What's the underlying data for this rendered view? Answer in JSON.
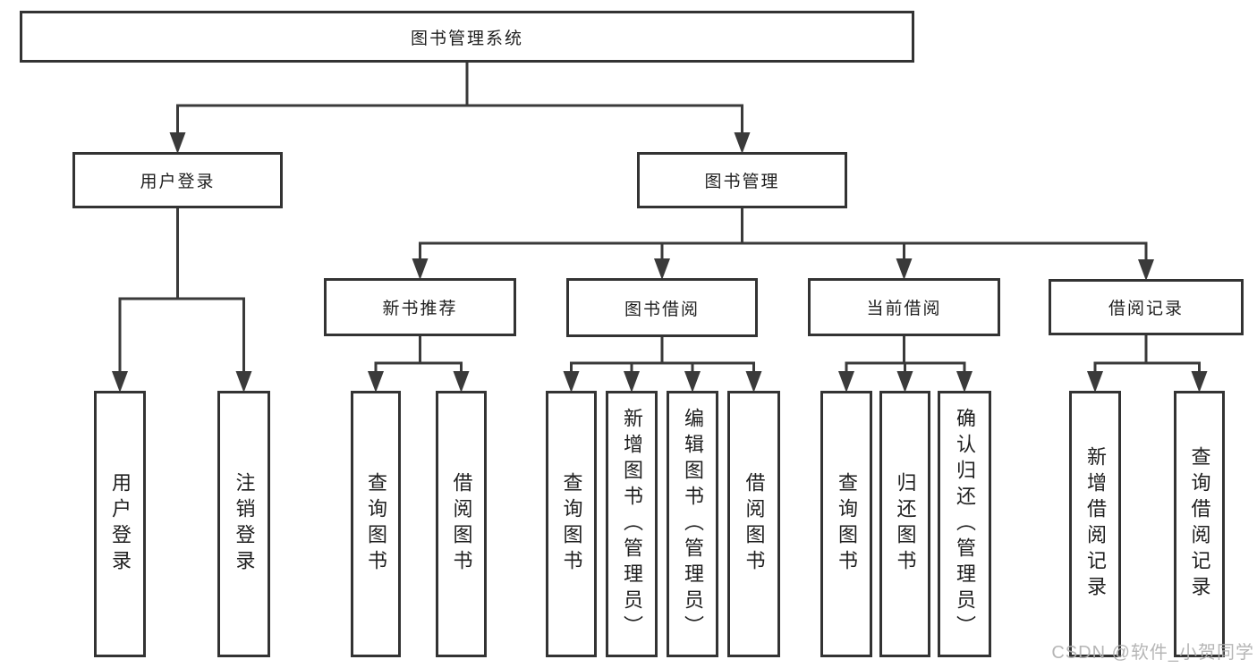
{
  "diagram": {
    "watermark": "CSDN @软件_小贺同学",
    "colors": {
      "line": "#3a3a3a",
      "box_border": "#333333",
      "box_fill": "#ffffff",
      "text": "#1f1f1f",
      "watermark": "#b0b0b0"
    },
    "nodes": [
      {
        "id": "root",
        "label": "图书管理系统",
        "parent": null,
        "shape": "wide"
      },
      {
        "id": "user-login",
        "label": "用户登录",
        "parent": "root",
        "shape": "wide"
      },
      {
        "id": "book-mgmt",
        "label": "图书管理",
        "parent": "root",
        "shape": "wide"
      },
      {
        "id": "new-book-rec",
        "label": "新书推荐",
        "parent": "book-mgmt",
        "shape": "wide"
      },
      {
        "id": "book-borrow",
        "label": "图书借阅",
        "parent": "book-mgmt",
        "shape": "wide"
      },
      {
        "id": "current-borrow",
        "label": "当前借阅",
        "parent": "book-mgmt",
        "shape": "wide"
      },
      {
        "id": "borrow-record",
        "label": "借阅记录",
        "parent": "book-mgmt",
        "shape": "wide"
      },
      {
        "id": "leaf-user-login",
        "label": "用户登录",
        "parent": "user-login",
        "shape": "tall"
      },
      {
        "id": "leaf-logout",
        "label": "注销登录",
        "parent": "user-login",
        "shape": "tall"
      },
      {
        "id": "leaf-query-book-a",
        "label": "查询图书",
        "parent": "new-book-rec",
        "shape": "tall"
      },
      {
        "id": "leaf-borrow-book-a",
        "label": "借阅图书",
        "parent": "new-book-rec",
        "shape": "tall"
      },
      {
        "id": "leaf-query-book-b",
        "label": "查询图书",
        "parent": "book-borrow",
        "shape": "tall"
      },
      {
        "id": "leaf-add-book",
        "label": "新增图书（管理员）",
        "parent": "book-borrow",
        "shape": "tall"
      },
      {
        "id": "leaf-edit-book",
        "label": "编辑图书（管理员）",
        "parent": "book-borrow",
        "shape": "tall"
      },
      {
        "id": "leaf-borrow-book-b",
        "label": "借阅图书",
        "parent": "book-borrow",
        "shape": "tall"
      },
      {
        "id": "leaf-query-book-c",
        "label": "查询图书",
        "parent": "current-borrow",
        "shape": "tall"
      },
      {
        "id": "leaf-return-book",
        "label": "归还图书",
        "parent": "current-borrow",
        "shape": "tall"
      },
      {
        "id": "leaf-confirm-return",
        "label": "确认归还（管理员）",
        "parent": "current-borrow",
        "shape": "tall"
      },
      {
        "id": "leaf-add-borrow-record",
        "label": "新增借阅记录",
        "parent": "borrow-record",
        "shape": "tall"
      },
      {
        "id": "leaf-query-borrow-record",
        "label": "查询借阅记录",
        "parent": "borrow-record",
        "shape": "tall"
      }
    ]
  }
}
